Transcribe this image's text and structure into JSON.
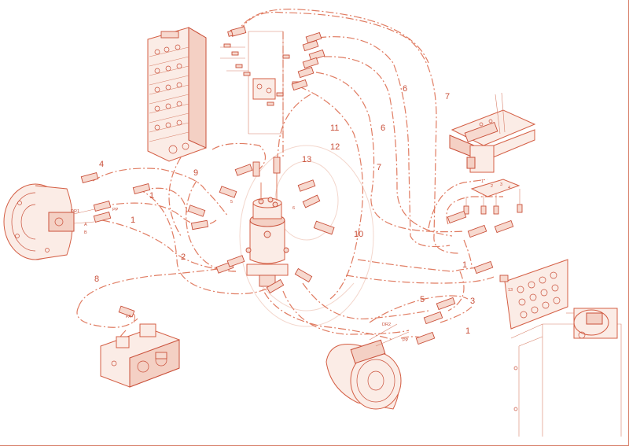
{
  "colors": {
    "line": "#e07c62",
    "stroke": "#c9503a",
    "fill": "#fbece6",
    "background": "#ffffff"
  },
  "callouts": {
    "n1a": "1",
    "n1b": "1",
    "n1c": "1",
    "n1d": "1",
    "n2": "2",
    "n3": "3",
    "n4": "4",
    "n5": "5",
    "n6a": "6",
    "n6b": "6",
    "n7a": "7",
    "n7b": "7",
    "n8": "8",
    "n9": "9",
    "n10": "10",
    "n11": "11",
    "n12": "12",
    "n13": "13"
  },
  "port_labels": {
    "dr1": "DR1",
    "pp_left": "PP",
    "a": "A",
    "b": "B",
    "dr2": "DR2",
    "pp_right": "PP",
    "pa": "PA",
    "p13": "13",
    "p5": "5",
    "p6": "6",
    "p1": "1",
    "p2": "2",
    "p3": "3",
    "p4": "4"
  },
  "icons": [
    "control-valve-bank-icon",
    "travel-motor-icon",
    "swivel-joint-icon",
    "pilot-pedal-valve-icon",
    "solenoid-valve-icon",
    "grommet-plate-icon",
    "hydraulic-pump-icon",
    "hose-fitting-icon",
    "manifold-block-icon"
  ]
}
